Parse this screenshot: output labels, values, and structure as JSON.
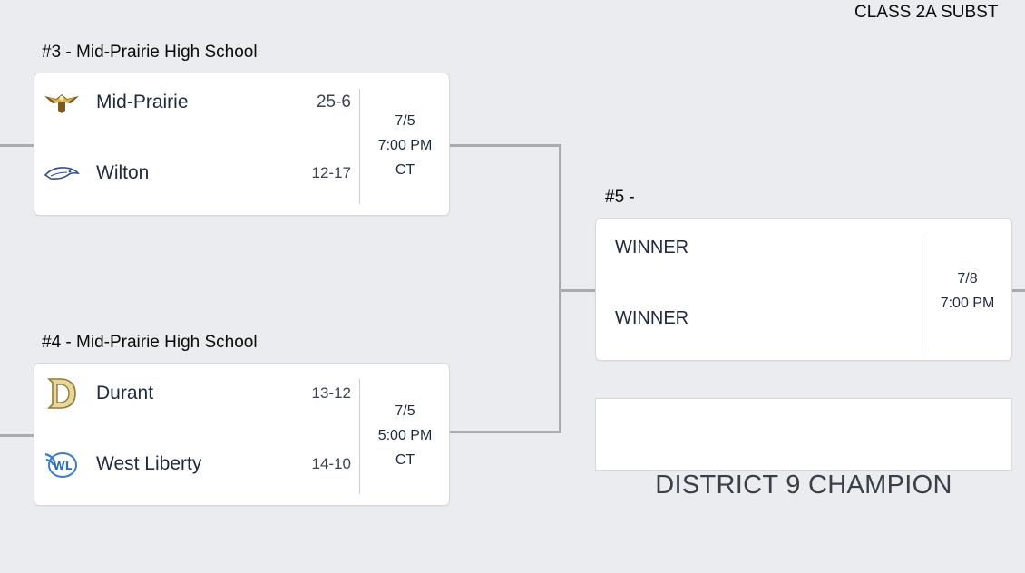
{
  "header": {
    "title": "CLASS 2A SUBST"
  },
  "games": [
    {
      "label": "#3 - Mid-Prairie High School",
      "teams": [
        {
          "name": "Mid-Prairie",
          "record": "25-6",
          "logo": "hawk-logo-icon"
        },
        {
          "name": "Wilton",
          "record": "12-17",
          "logo": "beaver-logo-icon"
        }
      ],
      "date": "7/5",
      "time": "7:00 PM",
      "tz": "CT"
    },
    {
      "label": "#4 - Mid-Prairie High School",
      "teams": [
        {
          "name": "Durant",
          "record": "13-12",
          "logo": "durant-d-logo-icon"
        },
        {
          "name": "West Liberty",
          "record": "14-10",
          "logo": "wl-logo-icon"
        }
      ],
      "date": "7/5",
      "time": "5:00 PM",
      "tz": "CT"
    },
    {
      "label": "#5 -",
      "teams": [
        {
          "name": "WINNER"
        },
        {
          "name": "WINNER"
        }
      ],
      "date": "7/8",
      "time": "7:00 PM"
    }
  ],
  "champion": {
    "title": "DISTRICT 9 CHAMPION",
    "name": ""
  },
  "colors": {
    "background": "#ebecf0",
    "card": "#ffffff",
    "connector": "#a9abb0",
    "text": "#1f2a3c"
  }
}
